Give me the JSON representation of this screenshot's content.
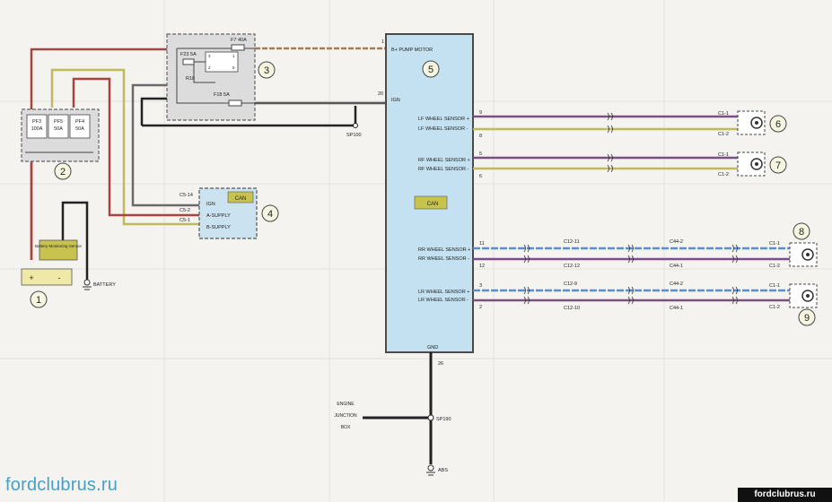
{
  "colors": {
    "red": "#a8443d",
    "yellow_green": "#bdbb5a",
    "gray": "#555555",
    "black": "#222222",
    "brown_orange": "#a87b55",
    "blue": "#5b8fcc",
    "purple": "#7a4f86",
    "module_fill": "#c3e1f0",
    "module_border": "#4a4a4a"
  },
  "callouts": [
    "1",
    "2",
    "3",
    "4",
    "5",
    "6",
    "7",
    "8",
    "9"
  ],
  "fuse_box2": {
    "fuses": [
      {
        "name": "PF3",
        "rating": "100A"
      },
      {
        "name": "PF5",
        "rating": "50A"
      },
      {
        "name": "PF4",
        "rating": "50A"
      }
    ]
  },
  "fuse_box3": {
    "f7": "F7 40A",
    "f23": "F23 5A",
    "r18": "R18",
    "f18": "F18 5A",
    "relay_pins": [
      "3",
      "2",
      "1",
      "5"
    ]
  },
  "battery": {
    "sensor_label": "Battery Monitoring Sensor",
    "plus": "+",
    "minus": "-",
    "ground_label": "BATTERY"
  },
  "module4": {
    "can": "CAN",
    "pins": [
      {
        "connector": "C5-14",
        "label": "IGN"
      },
      {
        "connector": "C5-2",
        "label": "A-SUPPLY"
      },
      {
        "connector": "C5-1",
        "label": "B-SUPPLY"
      }
    ]
  },
  "abs_module": {
    "pin1": "1",
    "pump_motor": "B+ PUMP MOTOR",
    "pin20": "20",
    "ign": "IGN",
    "sp100": "SP100",
    "can": "CAN",
    "gnd": "GND",
    "pin26": "26"
  },
  "sensors": {
    "lf": {
      "pins": [
        "9",
        "8"
      ],
      "labels": [
        "LF WHEEL SENSOR +",
        "LF WHEEL SENSOR -"
      ],
      "connectors": [
        "C1-1",
        "C1-2"
      ]
    },
    "rf": {
      "pins": [
        "5",
        "6"
      ],
      "labels": [
        "RF WHEEL SENSOR +",
        "RF WHEEL SENSOR -"
      ],
      "connectors": [
        "C1-1",
        "C1-2"
      ]
    },
    "rr": {
      "pins": [
        "11",
        "12"
      ],
      "labels": [
        "RR WHEEL SENSOR +",
        "RR WHEEL SENSOR -"
      ],
      "mid1": [
        "C12-11",
        "C12-12"
      ],
      "mid2": [
        "C44-2",
        "C44-1"
      ],
      "connectors": [
        "C1-1",
        "C1-2"
      ]
    },
    "lr": {
      "pins": [
        "3",
        "2"
      ],
      "labels": [
        "LR WHEEL SENSOR +",
        "LR WHEEL SENSOR -"
      ],
      "mid1": [
        "C12-9",
        "C12-10"
      ],
      "mid2": [
        "C44-2",
        "C44-1"
      ],
      "connectors": [
        "C1-1",
        "C1-2"
      ]
    }
  },
  "ground": {
    "engine_box": [
      "ENGINE",
      "JUNCTION",
      "BOX"
    ],
    "sp190": "SP190",
    "abs": "ABS"
  },
  "watermarks": {
    "left": "fordclubrus.ru",
    "right": "fordclubrus.ru"
  }
}
